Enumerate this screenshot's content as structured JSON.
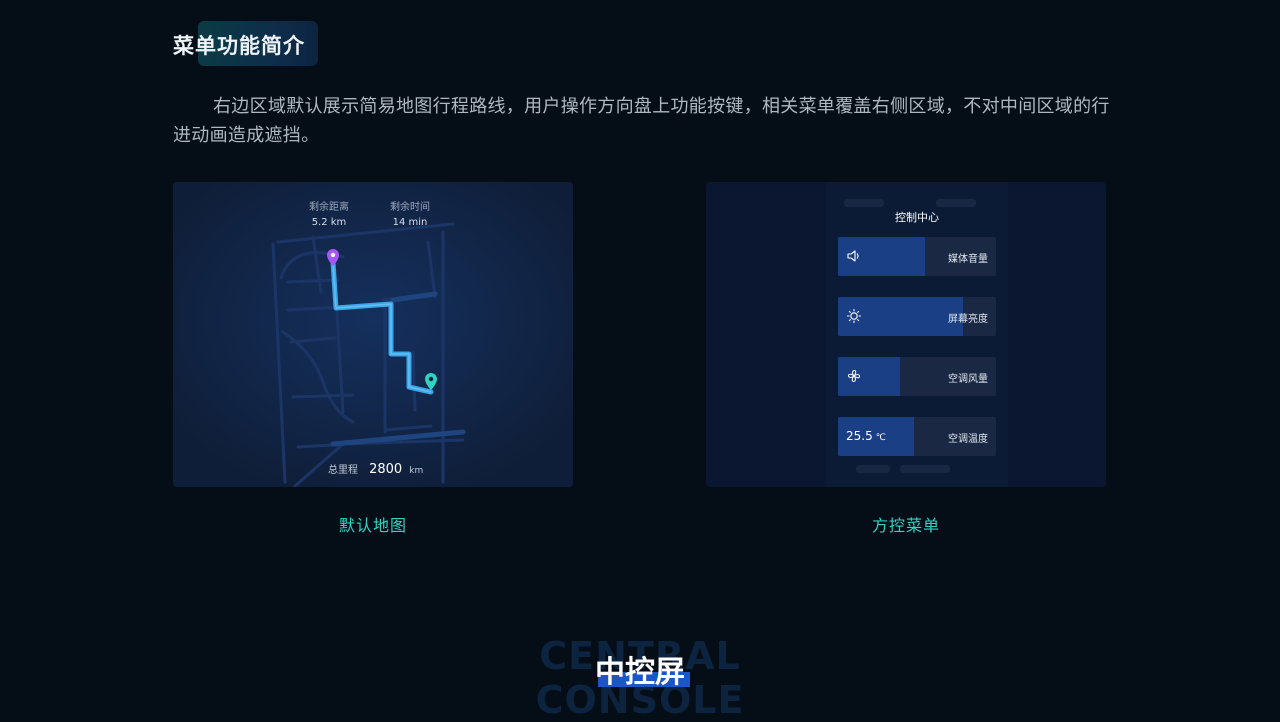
{
  "section": {
    "title": "菜单功能简介"
  },
  "description": "右边区域默认展示简易地图行程路线，用户操作方向盘上功能按键，相关菜单覆盖右侧区域，不对中间区域的行进动画造成遮挡。",
  "map_panel": {
    "caption": "默认地图",
    "stats": [
      {
        "label": "剩余距离",
        "value": "5.2 km"
      },
      {
        "label": "剩余时间",
        "value": "14 min"
      }
    ],
    "total": {
      "label": "总里程",
      "value": "2800",
      "unit": "km"
    },
    "colors": {
      "route": "#3aa6e8",
      "start_pin": "#a855f7",
      "end_pin": "#2dd4bf"
    }
  },
  "menu_panel": {
    "caption": "方控菜单",
    "title": "控制中心",
    "items": [
      {
        "icon": "speaker-icon",
        "label": "媒体音量",
        "level": 0.55
      },
      {
        "icon": "sun-icon",
        "label": "屏幕亮度",
        "level": 0.79
      },
      {
        "icon": "fan-icon",
        "label": "空调风量",
        "level": 0.39
      },
      {
        "icon": "thermometer",
        "label": "空调温度",
        "level": 0.48,
        "value": "25.5",
        "unit": "℃"
      }
    ],
    "colors": {
      "fill": "#1b3f84",
      "track": "#1a2844"
    }
  },
  "footer": {
    "background_text": "CENTRAL CONSOLE",
    "title": "中控屏"
  }
}
